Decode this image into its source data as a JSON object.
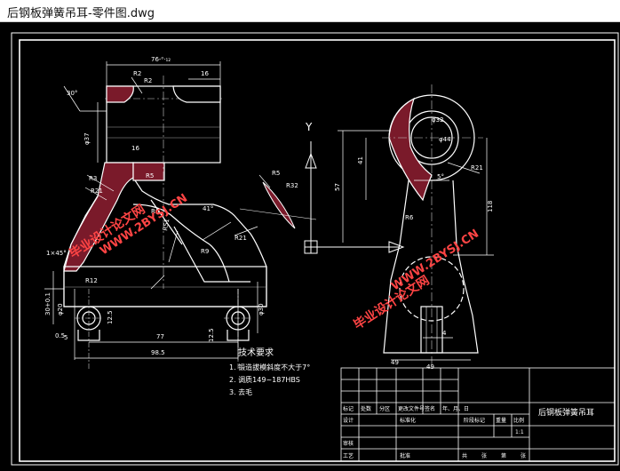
{
  "window": {
    "title": "后钢板弹簧吊耳-零件图.dwg"
  },
  "watermarks": [
    "毕业设计论文网",
    "WWW.2BYSJ.CN",
    "毕业设计论文网",
    "WWW.2BYSJ.CN"
  ],
  "dimensions": {
    "top_width": "76-⁰⋅₁₂",
    "top_right": "16",
    "r2a": "R2",
    "r2b": "R2",
    "chamfer": "30°",
    "bore_left": "φ37",
    "r16": "16",
    "r3": "R3",
    "r21": "R21",
    "r5": "R5",
    "r6": "R6",
    "r51": "R51",
    "r9": "R9",
    "r21b": "R21",
    "angle41": "41°",
    "chamfer_small": "1×45°",
    "r12": "R12",
    "left_vert": "30+0.1",
    "phi_a": "φ20",
    "phi_b": "φ30",
    "r05": "0.5",
    "r125": "12.5",
    "dim77": "77",
    "dim985": "98.5",
    "dim5": "5",
    "r125b": "12.5",
    "phi_right": "φ30",
    "section_r5": "R5",
    "section_r32": "R32",
    "y_label": "Y",
    "right_phi32": "φ32",
    "right_phi44": "φ44",
    "right_r21": "R21",
    "right_57": "57",
    "right_41": "41",
    "right_5deg": "5°",
    "right_118": "118",
    "right_r6": "R6",
    "right_49": "49",
    "right_4": "4",
    "right_bottom": "49"
  },
  "tech": {
    "heading": "技术要求",
    "items": [
      "1. 锻造拔模斜度不大于7°",
      "2. 调质149~187HBS",
      "3. 去毛"
    ]
  },
  "titleblock": {
    "part_name": "后钢板弹簧吊耳",
    "row1": [
      "标记",
      "处数",
      "分区",
      "更改文件号",
      "签名",
      "年、月、日"
    ],
    "design": "设计",
    "standard": "标准化",
    "stage_mark": "阶段标记",
    "weight": "重量",
    "scale": "比例",
    "scale_val": "1:1",
    "review": "审核",
    "process": "工艺",
    "approve": "批准",
    "sheet": [
      "共",
      "张",
      "第",
      "张"
    ]
  }
}
